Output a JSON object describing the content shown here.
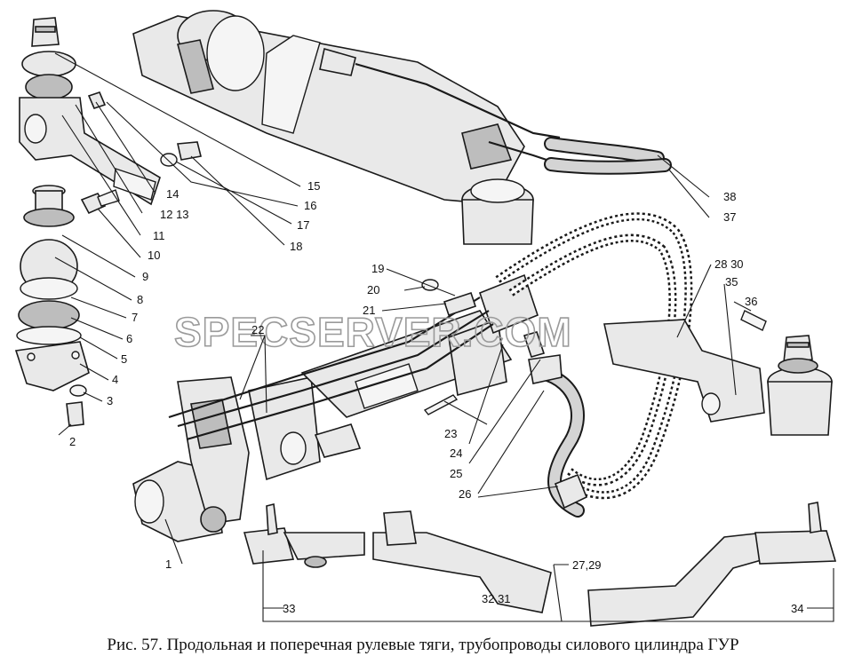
{
  "caption": "Рис. 57. Продольная и поперечная рулевые тяги, трубопроводы силового цилиндра ГУР",
  "watermark": "SPECSERVER.COM",
  "callouts": {
    "c1": "1",
    "c2": "2",
    "c3": "3",
    "c4": "4",
    "c5": "5",
    "c6": "6",
    "c7": "7",
    "c8": "8",
    "c9": "9",
    "c10": "10",
    "c11": "11",
    "c12_13": "12 13",
    "c14": "14",
    "c15": "15",
    "c16": "16",
    "c17": "17",
    "c18": "18",
    "c19": "19",
    "c20": "20",
    "c21": "21",
    "c22": "22",
    "c23": "23",
    "c24": "24",
    "c25": "25",
    "c26": "26",
    "c27_29": "27,29",
    "c28_30": "28 30",
    "c31_32": "32 31",
    "c33": "33",
    "c34": "34",
    "c35": "35",
    "c36": "36",
    "c37": "37",
    "c38": "38"
  }
}
